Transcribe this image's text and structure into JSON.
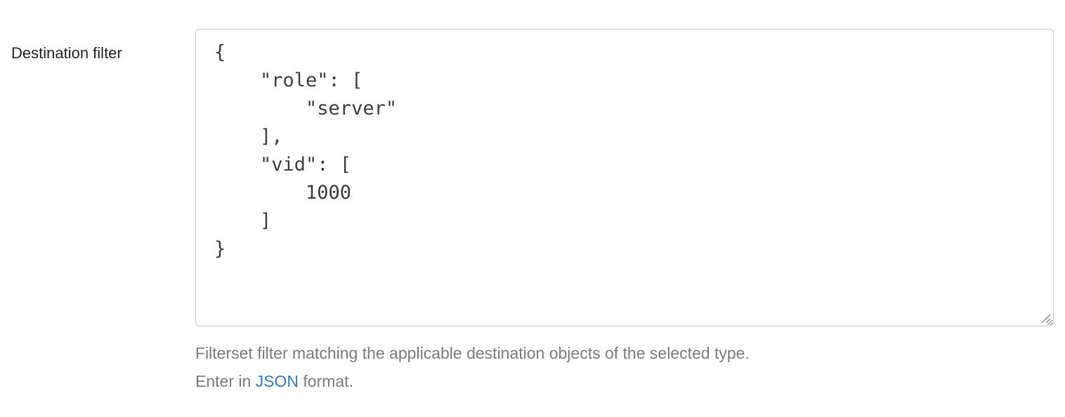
{
  "form": {
    "field_label": "Destination filter",
    "textarea": {
      "value": "{\n    \"role\": [\n        \"server\"\n    ],\n    \"vid\": [\n        1000\n    ]\n}"
    },
    "help": {
      "line1": "Filterset filter matching the applicable destination objects of the selected type.",
      "line2_prefix": "Enter in ",
      "link_label": "JSON",
      "line2_suffix": " format."
    }
  },
  "icons": {
    "resize_grip": "resize-grip-icon"
  },
  "colors": {
    "label_text": "#26282b",
    "textarea_border": "#c9cbcd",
    "textarea_text": "#3d3f42",
    "help_text": "#7b7d80",
    "link": "#3c7ab7",
    "background": "#ffffff"
  }
}
